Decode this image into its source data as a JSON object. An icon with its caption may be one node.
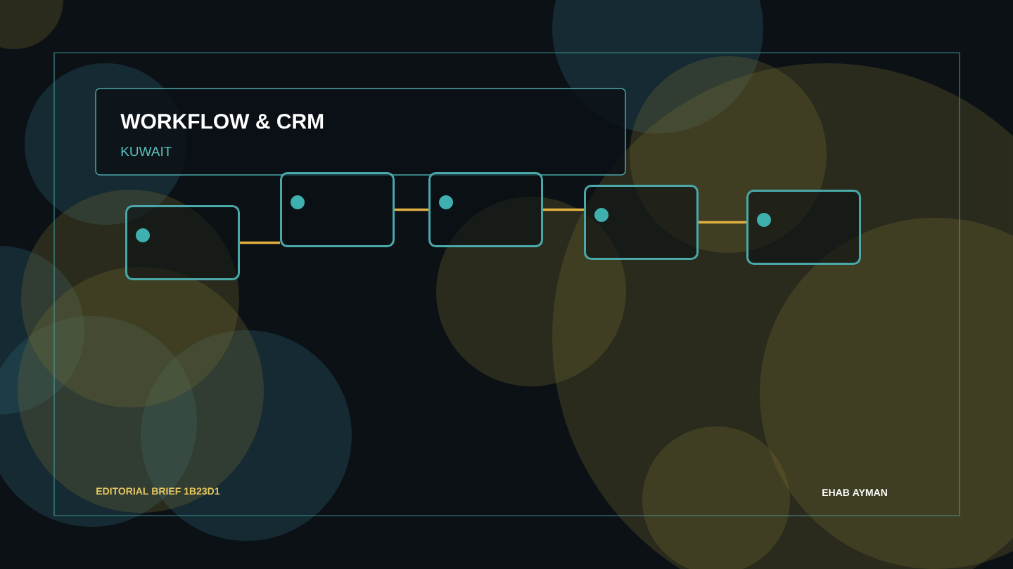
{
  "diagram": {
    "title": "WORKFLOW & CRM",
    "nodes": [
      {
        "text": [],
        "shape": "box"
      },
      {
        "text": [],
        "shape": "box"
      },
      {
        "text": [],
        "shape": "box"
      },
      {
        "text": [],
        "shape": "box"
      },
      {
        "text": [],
        "shape": "box"
      }
    ],
    "edges": [
      {
        "from": 0,
        "to": 1,
        "arrow": "none"
      },
      {
        "from": 1,
        "to": 2,
        "arrow": "none"
      },
      {
        "from": 2,
        "to": 3,
        "arrow": "none"
      },
      {
        "from": 3,
        "to": 4,
        "arrow": "none"
      }
    ],
    "labels": [
      "KUWAIT",
      "EDITORIAL BRIEF  1B23D1",
      "EHAB AYMAN"
    ]
  }
}
